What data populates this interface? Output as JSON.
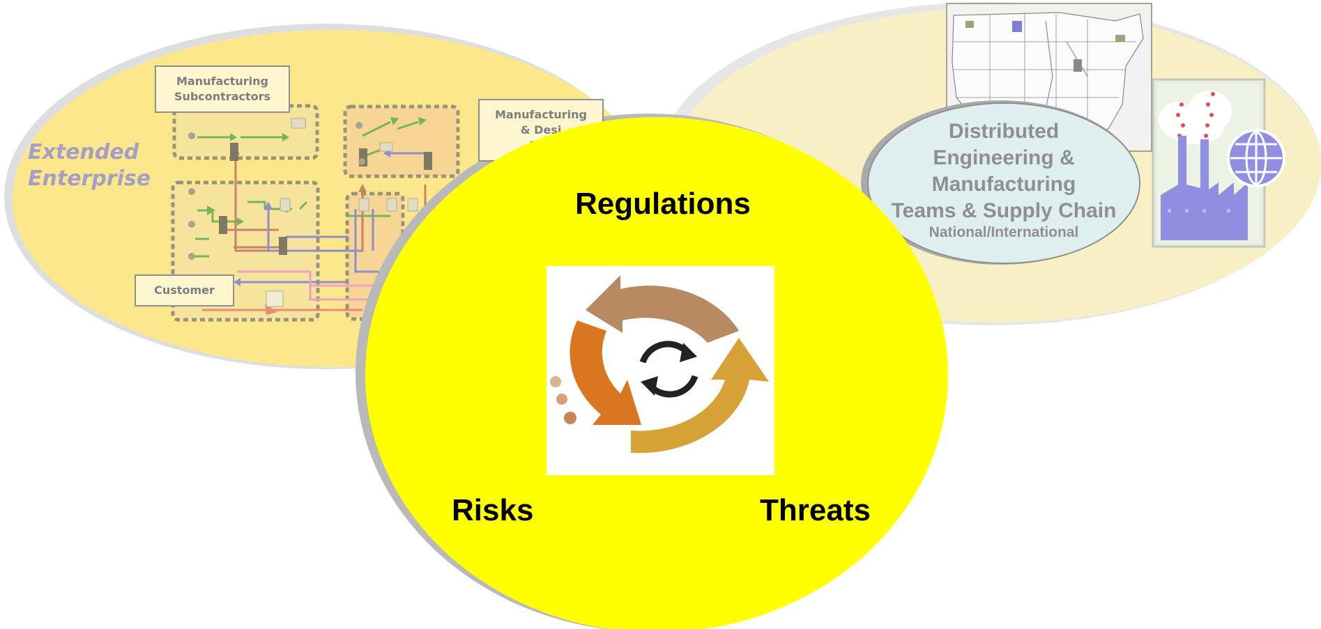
{
  "extended_enterprise": {
    "label_line1": "Extended",
    "label_line2": "Enterprise",
    "manufacturing_subcontractors_line1": "Manufacturing",
    "manufacturing_subcontractors_line2": "Subcontractors",
    "manufacturing_design_line1": "Manufacturing",
    "manufacturing_design_line2": "& Desi",
    "manufacturing_design_line3": "Sub",
    "customer": "Customer"
  },
  "distributed": {
    "line1": "Distributed",
    "line2": "Engineering &",
    "line3": "Manufacturing",
    "line4": "Teams & Supply Chain",
    "line5": "National/International"
  },
  "center": {
    "regulations": "Regulations",
    "risks": "Risks",
    "threats": "Threats"
  },
  "colors": {
    "yellow": "#ffff00",
    "left_ellipse": "#fce88a",
    "right_ellipse": "#f8f0c4",
    "teal_ellipse": "#dff0f0",
    "arrow_brown": "#b88a62",
    "arrow_orange": "#d9761f",
    "arrow_gold": "#d6a238"
  },
  "icons": [
    "recycle-cycle-icon",
    "refresh-icon",
    "us-map-icon",
    "factory-icon",
    "globe-icon",
    "workflow-diagram-icon"
  ]
}
